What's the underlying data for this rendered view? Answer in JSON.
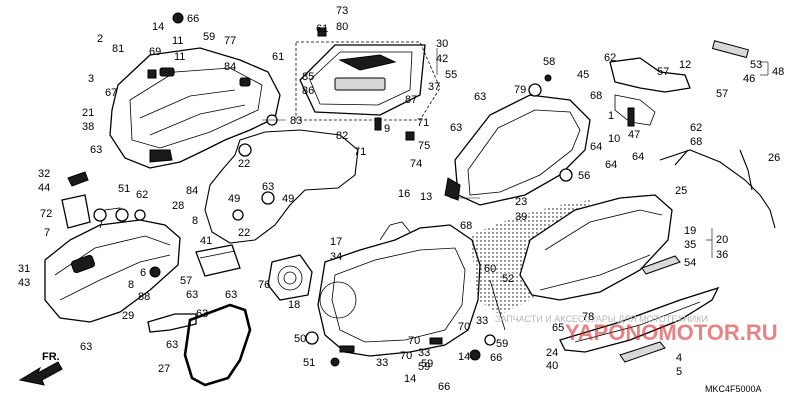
{
  "diagram_code": "MKC4F5000A",
  "direction_label": "FR.",
  "watermark_text": "ЗАПЧАСТИ И АКСЕССУАРЫ ДЛЯ МОТОТЕХНИКИ",
  "watermark_logo": "YAPONOMOTOR.RU",
  "labels": [
    {
      "id": "l73",
      "t": "73"
    },
    {
      "id": "l80",
      "t": "80"
    },
    {
      "id": "l61a",
      "t": "61"
    },
    {
      "id": "l30",
      "t": "30"
    },
    {
      "id": "l42",
      "t": "42"
    },
    {
      "id": "l55",
      "t": "55"
    },
    {
      "id": "l85",
      "t": "85"
    },
    {
      "id": "l86",
      "t": "86"
    },
    {
      "id": "l37",
      "t": "37"
    },
    {
      "id": "l87",
      "t": "87"
    },
    {
      "id": "l71a",
      "t": "71"
    },
    {
      "id": "l9",
      "t": "9"
    },
    {
      "id": "l75",
      "t": "75"
    },
    {
      "id": "l82",
      "t": "82"
    },
    {
      "id": "l71b",
      "t": "71"
    },
    {
      "id": "l14a",
      "t": "14"
    },
    {
      "id": "l66a",
      "t": "66"
    },
    {
      "id": "l2",
      "t": "2"
    },
    {
      "id": "l81",
      "t": "81"
    },
    {
      "id": "l69",
      "t": "69"
    },
    {
      "id": "l11a",
      "t": "11"
    },
    {
      "id": "l59a",
      "t": "59"
    },
    {
      "id": "l77",
      "t": "77"
    },
    {
      "id": "l3",
      "t": "3"
    },
    {
      "id": "l67",
      "t": "67"
    },
    {
      "id": "l11b",
      "t": "11"
    },
    {
      "id": "l84a",
      "t": "84"
    },
    {
      "id": "l61b",
      "t": "61"
    },
    {
      "id": "l21",
      "t": "21"
    },
    {
      "id": "l38",
      "t": "38"
    },
    {
      "id": "l83",
      "t": "83"
    },
    {
      "id": "l63a",
      "t": "63"
    },
    {
      "id": "l22a",
      "t": "22"
    },
    {
      "id": "l84b",
      "t": "84"
    },
    {
      "id": "l32",
      "t": "32"
    },
    {
      "id": "l44",
      "t": "44"
    },
    {
      "id": "l51a",
      "t": "51"
    },
    {
      "id": "l62a",
      "t": "62"
    },
    {
      "id": "l63b",
      "t": "63"
    },
    {
      "id": "l49a",
      "t": "49"
    },
    {
      "id": "l49b",
      "t": "49"
    },
    {
      "id": "l28",
      "t": "28"
    },
    {
      "id": "l22b",
      "t": "22"
    },
    {
      "id": "l72",
      "t": "72"
    },
    {
      "id": "l7",
      "t": "7"
    },
    {
      "id": "l8a",
      "t": "8"
    },
    {
      "id": "l41",
      "t": "41"
    },
    {
      "id": "l31",
      "t": "31"
    },
    {
      "id": "l43",
      "t": "43"
    },
    {
      "id": "l6",
      "t": "6"
    },
    {
      "id": "l57a",
      "t": "57"
    },
    {
      "id": "l76",
      "t": "76"
    },
    {
      "id": "l8b",
      "t": "8"
    },
    {
      "id": "l88",
      "t": "88"
    },
    {
      "id": "l63c",
      "t": "63"
    },
    {
      "id": "l63d",
      "t": "63"
    },
    {
      "id": "l18",
      "t": "18"
    },
    {
      "id": "l29",
      "t": "29"
    },
    {
      "id": "l63e",
      "t": "63"
    },
    {
      "id": "l63f",
      "t": "63"
    },
    {
      "id": "l63g",
      "t": "63"
    },
    {
      "id": "l27",
      "t": "27"
    },
    {
      "id": "l17",
      "t": "17"
    },
    {
      "id": "l34",
      "t": "34"
    },
    {
      "id": "l50",
      "t": "50"
    },
    {
      "id": "l51b",
      "t": "51"
    },
    {
      "id": "l70a",
      "t": "70"
    },
    {
      "id": "l70b",
      "t": "70"
    },
    {
      "id": "l33a",
      "t": "33"
    },
    {
      "id": "l33b",
      "t": "33"
    },
    {
      "id": "l14b",
      "t": "14"
    },
    {
      "id": "l66b",
      "t": "66"
    },
    {
      "id": "l59b",
      "t": "59"
    },
    {
      "id": "l14c",
      "t": "14"
    },
    {
      "id": "l59c",
      "t": "59"
    },
    {
      "id": "l66c",
      "t": "66"
    },
    {
      "id": "l68a",
      "t": "68"
    },
    {
      "id": "l60",
      "t": "60"
    },
    {
      "id": "l52",
      "t": "52"
    },
    {
      "id": "l70c",
      "t": "70"
    },
    {
      "id": "l33c",
      "t": "33"
    },
    {
      "id": "l59d",
      "t": "59"
    },
    {
      "id": "l63h",
      "t": "63"
    },
    {
      "id": "l79",
      "t": "79"
    },
    {
      "id": "l58",
      "t": "58"
    },
    {
      "id": "l63i",
      "t": "63"
    },
    {
      "id": "l74",
      "t": "74"
    },
    {
      "id": "l16",
      "t": "16"
    },
    {
      "id": "l13",
      "t": "13"
    },
    {
      "id": "l23",
      "t": "23"
    },
    {
      "id": "l39",
      "t": "39"
    },
    {
      "id": "l56",
      "t": "56"
    },
    {
      "id": "l62b",
      "t": "62"
    },
    {
      "id": "l45",
      "t": "45"
    },
    {
      "id": "l57b",
      "t": "57"
    },
    {
      "id": "l12",
      "t": "12"
    },
    {
      "id": "l53",
      "t": "53"
    },
    {
      "id": "l46",
      "t": "46"
    },
    {
      "id": "l48",
      "t": "48"
    },
    {
      "id": "l68b",
      "t": "68"
    },
    {
      "id": "l57c",
      "t": "57"
    },
    {
      "id": "l1",
      "t": "1"
    },
    {
      "id": "l10",
      "t": "10"
    },
    {
      "id": "l47",
      "t": "47"
    },
    {
      "id": "l62c",
      "t": "62"
    },
    {
      "id": "l64a",
      "t": "64"
    },
    {
      "id": "l64b",
      "t": "64"
    },
    {
      "id": "l64c",
      "t": "64"
    },
    {
      "id": "l68c",
      "t": "68"
    },
    {
      "id": "l26",
      "t": "26"
    },
    {
      "id": "l25",
      "t": "25"
    },
    {
      "id": "l19",
      "t": "19"
    },
    {
      "id": "l35",
      "t": "35"
    },
    {
      "id": "l20",
      "t": "20"
    },
    {
      "id": "l36",
      "t": "36"
    },
    {
      "id": "l54",
      "t": "54"
    },
    {
      "id": "l78",
      "t": "78"
    },
    {
      "id": "l65",
      "t": "65"
    },
    {
      "id": "l24",
      "t": "24"
    },
    {
      "id": "l40",
      "t": "40"
    },
    {
      "id": "l4",
      "t": "4"
    },
    {
      "id": "l5",
      "t": "5"
    }
  ]
}
